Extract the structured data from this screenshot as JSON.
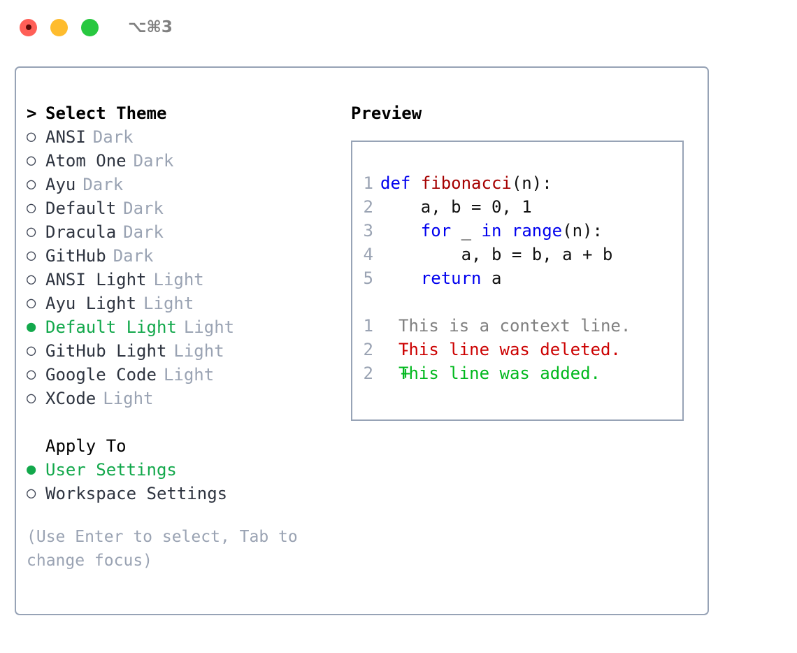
{
  "titlebar": {
    "shortcut": "⌥⌘3",
    "buttons": [
      {
        "name": "close",
        "color": "#ff5f57"
      },
      {
        "name": "minimize",
        "color": "#febc2e"
      },
      {
        "name": "zoom",
        "color": "#28c840"
      }
    ]
  },
  "theme_selector": {
    "caret": ">",
    "heading": "Select Theme",
    "bullet_on": "●",
    "bullet_off": "○",
    "items": [
      {
        "label": "ANSI",
        "tag": "Dark",
        "selected": false
      },
      {
        "label": "Atom One",
        "tag": "Dark",
        "selected": false
      },
      {
        "label": "Ayu",
        "tag": "Dark",
        "selected": false
      },
      {
        "label": "Default",
        "tag": "Dark",
        "selected": false
      },
      {
        "label": "Dracula",
        "tag": "Dark",
        "selected": false
      },
      {
        "label": "GitHub",
        "tag": "Dark",
        "selected": false
      },
      {
        "label": "ANSI Light",
        "tag": "Light",
        "selected": false
      },
      {
        "label": "Ayu Light",
        "tag": "Light",
        "selected": false
      },
      {
        "label": "Default Light",
        "tag": "Light",
        "selected": true
      },
      {
        "label": "GitHub Light",
        "tag": "Light",
        "selected": false
      },
      {
        "label": "Google Code",
        "tag": "Light",
        "selected": false
      },
      {
        "label": "XCode",
        "tag": "Light",
        "selected": false
      }
    ]
  },
  "apply_to": {
    "heading": "Apply To",
    "options": [
      {
        "label": "User Settings",
        "selected": true
      },
      {
        "label": "Workspace Settings",
        "selected": false
      }
    ]
  },
  "hint": "(Use Enter to select, Tab to change focus)",
  "preview": {
    "title": "Preview",
    "code_lines": [
      {
        "num": "1",
        "tokens": [
          {
            "t": "def",
            "k": "kw"
          },
          {
            "t": " ",
            "k": "plain"
          },
          {
            "t": "fibonacci",
            "k": "fn"
          },
          {
            "t": "(n):",
            "k": "plain"
          }
        ]
      },
      {
        "num": "2",
        "tokens": [
          {
            "t": "    a, b = 0, 1",
            "k": "plain"
          }
        ]
      },
      {
        "num": "3",
        "tokens": [
          {
            "t": "    ",
            "k": "plain"
          },
          {
            "t": "for",
            "k": "kw"
          },
          {
            "t": " _ ",
            "k": "plain"
          },
          {
            "t": "in",
            "k": "kw"
          },
          {
            "t": " ",
            "k": "plain"
          },
          {
            "t": "range",
            "k": "kw"
          },
          {
            "t": "(n):",
            "k": "plain"
          }
        ]
      },
      {
        "num": "4",
        "tokens": [
          {
            "t": "        a, b = b, a + b",
            "k": "plain"
          }
        ]
      },
      {
        "num": "5",
        "tokens": [
          {
            "t": "    ",
            "k": "plain"
          },
          {
            "t": "return",
            "k": "kw"
          },
          {
            "t": " a",
            "k": "plain"
          }
        ]
      }
    ],
    "diff_lines": [
      {
        "num": "1",
        "mark": " ",
        "text": "This is a context line.",
        "kind": "ctx"
      },
      {
        "num": "2",
        "mark": "-",
        "text": "This line was deleted.",
        "kind": "del"
      },
      {
        "num": "2",
        "mark": "+",
        "text": "This line was added.",
        "kind": "add"
      }
    ]
  },
  "colors": {
    "border": "#97a3b6",
    "selected_green": "#12a84b",
    "muted_gray": "#9aa3b3",
    "keyword_blue": "#0000ee",
    "function_red": "#a50000",
    "diff_add": "#00b81d",
    "diff_del": "#cc0000",
    "diff_ctx": "#808080"
  }
}
